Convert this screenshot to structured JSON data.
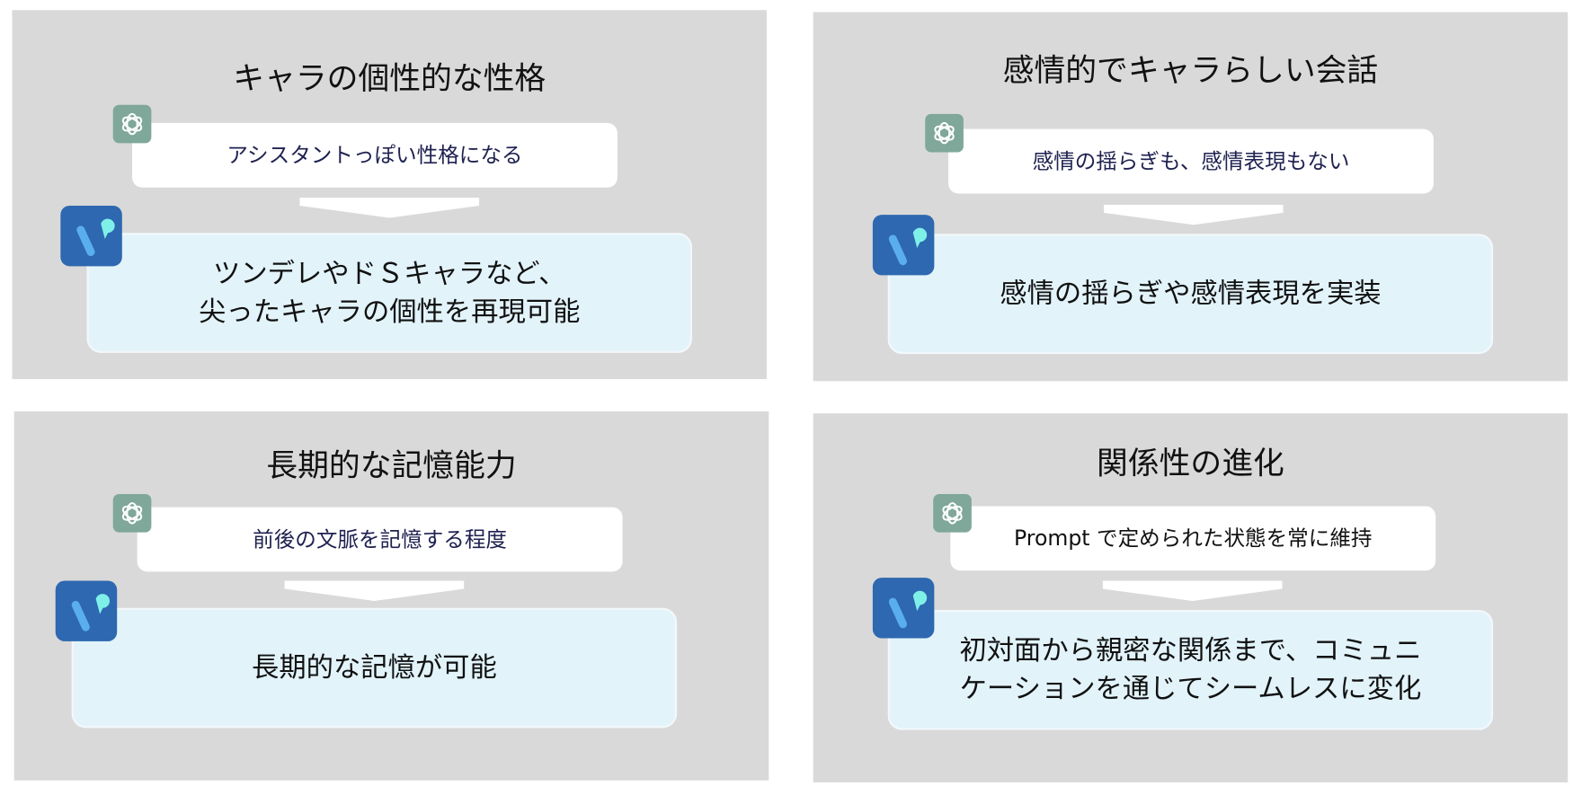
{
  "panels": [
    {
      "title": "キャラの個性的な性格",
      "before": "アシスタントっぽい性格になる",
      "after_lines": [
        "ツンデレやドＳキャラなど、",
        "尖ったキャラの個性を再現可能"
      ]
    },
    {
      "title": "感情的でキャラらしい会話",
      "before": "感情の揺らぎも、感情表現もない",
      "after_lines": [
        "感情の揺らぎや感情表現を実装"
      ]
    },
    {
      "title": "長期的な記憶能力",
      "before": "前後の文脈を記憶する程度",
      "after_lines": [
        "長期的な記憶が可能"
      ]
    },
    {
      "title": "関係性の進化",
      "before": "Prompt で定められた状態を常に維持",
      "after_lines": [
        "初対面から親密な関係まで、コミュニ",
        "ケーションを通じてシームレスに変化"
      ]
    }
  ],
  "icons": {
    "before": "chatgpt-logo-icon",
    "after": "v-app-logo-icon"
  },
  "colors": {
    "panel": "#d9d9d9",
    "gpt_icon": "#7fa79a",
    "v_icon": "#2d68b0",
    "after_box": "#e2f3fa"
  }
}
